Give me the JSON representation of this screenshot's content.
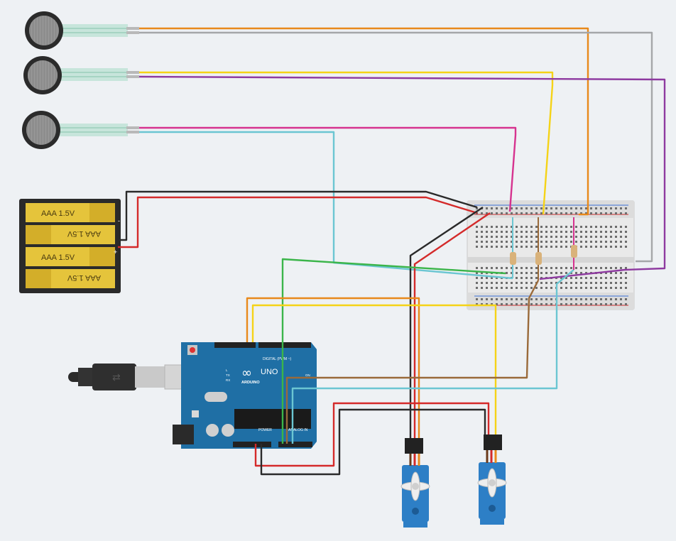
{
  "battery_pack": {
    "cells": [
      {
        "label": "AAA 1.5V",
        "flipped": false
      },
      {
        "label": "AAA 1.5V",
        "flipped": true
      },
      {
        "label": "AAA 1.5V",
        "flipped": false
      },
      {
        "label": "AAA 1.5V",
        "flipped": true
      }
    ],
    "minus_sign": "-",
    "plus_sign": "+"
  },
  "arduino": {
    "brand": "ARDUINO",
    "model": "UNO",
    "digital_label": "DIGITAL (PWM ~)",
    "power_label": "POWER",
    "analog_label": "ANALOG IN",
    "tx_label": "TX",
    "rx_label": "RX",
    "l_label": "L",
    "on_label": "ON"
  },
  "colors": {
    "background": "#eef1f4",
    "wire_orange": "#e8891b",
    "wire_gray": "#a5a7a9",
    "wire_yellow": "#f5d317",
    "wire_purple": "#8e3aa0",
    "wire_magenta": "#d6338f",
    "wire_cyan": "#6bc6d2",
    "wire_black": "#2a2a2a",
    "wire_red": "#d42a2a",
    "wire_green": "#3bb54a",
    "wire_brown": "#9a6a3a",
    "arduino_blue": "#1f6fa5",
    "battery_gold": "#e5c43b",
    "servo_blue": "#2d7fc6"
  },
  "components": {
    "force_sensors": 3,
    "servos": 2,
    "resistors": 3
  }
}
